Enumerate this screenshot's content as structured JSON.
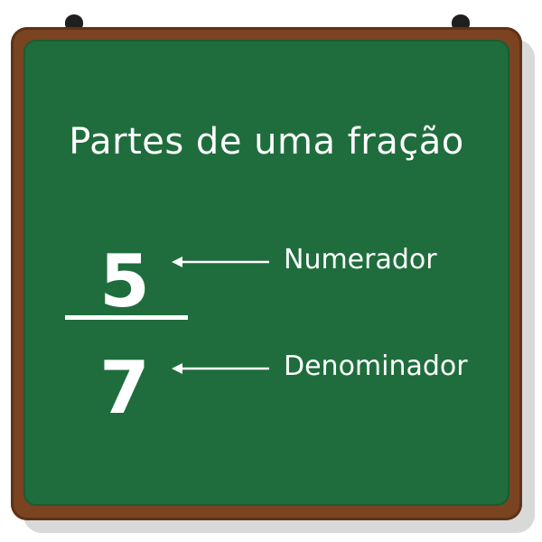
{
  "title": "Partes de uma fração",
  "fraction": {
    "numerator": "5",
    "denominator": "7"
  },
  "labels": {
    "numerator": "Numerador",
    "denominator": "Denominador"
  },
  "colors": {
    "board": "#1f6d3d",
    "frame": "#7a4420",
    "text": "#ffffff"
  },
  "icons": {
    "pegs": "hanging-peg-icon",
    "arrows": "arrow-left-icon"
  }
}
